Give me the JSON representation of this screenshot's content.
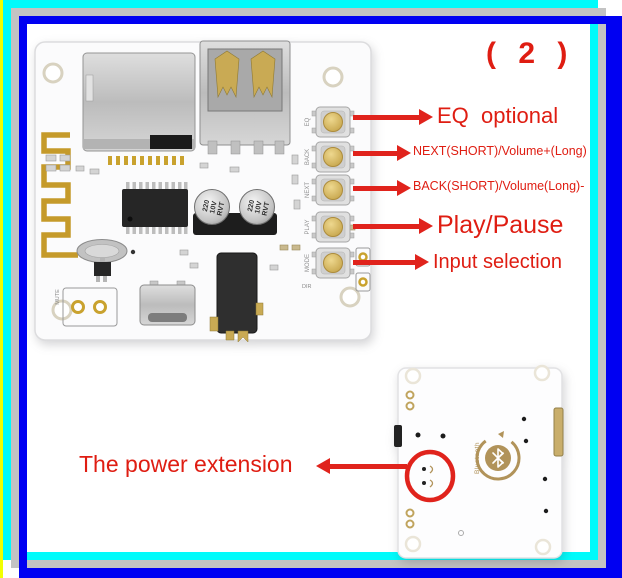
{
  "figure": {
    "label": "( 2 )"
  },
  "colors": {
    "annotation_red": "#df1d12",
    "frame_blue": "#0000f2",
    "frame_cyan": "#00fbfb",
    "frame_gray": "#c3c3c3",
    "frame_yellow": "#f2ff00",
    "pcb_gold": "#c9a22e"
  },
  "annotations": {
    "eq": "EQ  optional",
    "next": "NEXT(SHORT)/Volume+(Long)",
    "back": "BACK(SHORT)/Volume(Long)-",
    "play": "Play/Pause",
    "input": "Input selection",
    "power": "The power extension"
  },
  "main_board": {
    "buttons": [
      {
        "label": "EQ"
      },
      {
        "label": "BACK"
      },
      {
        "label": "NEXT"
      },
      {
        "label": "PLAY"
      },
      {
        "label": "MODE"
      }
    ],
    "silkscreen": {
      "dir": "DIR",
      "mute": "MUTE"
    },
    "capacitor_text": [
      "220",
      "10V",
      "RVT"
    ]
  },
  "back_board": {
    "brand_text": "Bluetooth"
  }
}
